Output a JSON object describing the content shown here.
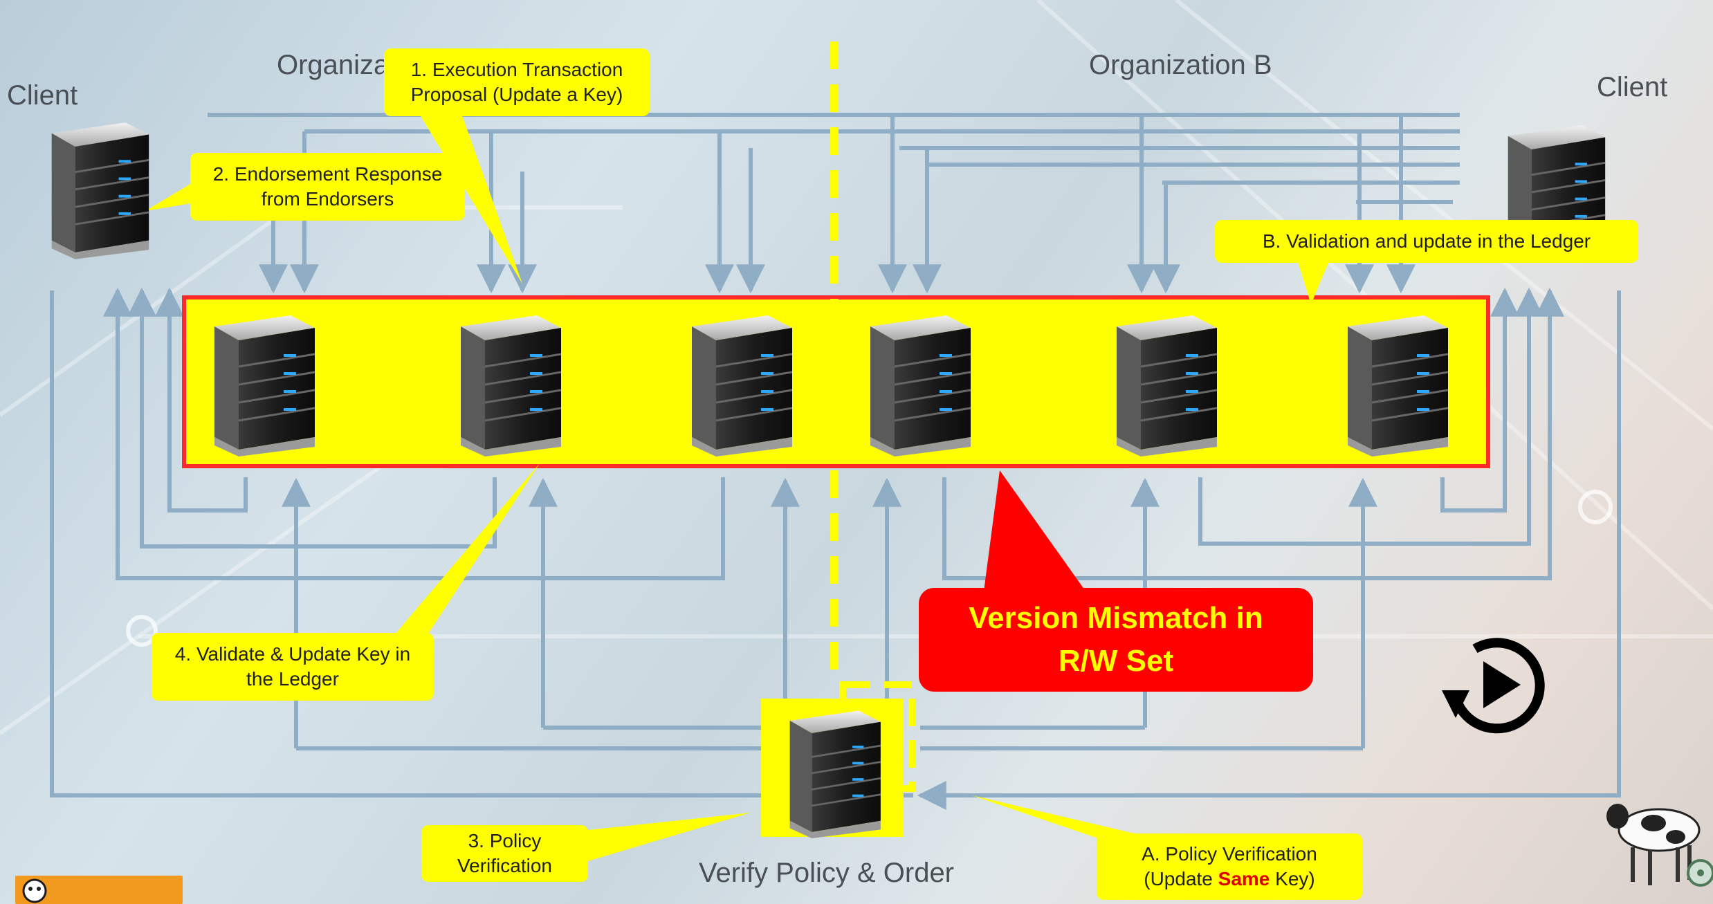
{
  "labels": {
    "client_left": "Client",
    "client_right": "Client",
    "org_a": "Organiza",
    "org_b": "Organization B",
    "verify_policy_order": "Verify Policy & Order"
  },
  "callouts": {
    "step1": [
      "1. Execution Transaction",
      "Proposal (Update a Key)"
    ],
    "step2": [
      "2. Endorsement Response",
      "from Endorsers"
    ],
    "step3": [
      "3. Policy",
      "Verification"
    ],
    "step4": [
      "4. Validate & Update Key in",
      "the Ledger"
    ],
    "stepA_line1": "A. Policy Verification",
    "stepA_line2_pre": "(Update ",
    "stepA_line2_em": "Same",
    "stepA_line2_post": " Key)",
    "stepB": "B. Validation and update in the Ledger"
  },
  "mismatch": [
    "Version Mismatch in",
    "R/W Set"
  ],
  "colors": {
    "callout": "#ffff00",
    "alert": "#ff0000",
    "alert_text": "#ffff00",
    "arrow": "#8fadc4",
    "divider": "#ffff00"
  },
  "icons": [
    "server-icon",
    "replay-icon",
    "cow-icon",
    "fan-icon",
    "logo"
  ]
}
